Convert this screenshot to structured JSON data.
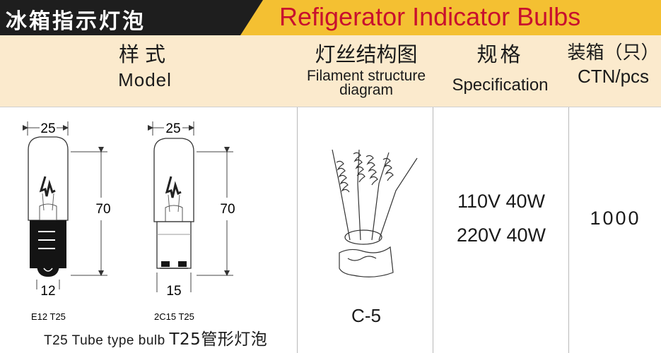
{
  "title": {
    "chinese": "冰箱指示灯泡",
    "english": "Refigerator Indicator Bulbs",
    "colors": {
      "band": "#f4c032",
      "dark": "#1e1e1e",
      "english_text": "#c8102e"
    }
  },
  "columns": {
    "model": {
      "cn": "样式",
      "en": "Model"
    },
    "filament": {
      "cn": "灯丝结构图",
      "en": "Filament structure diagram"
    },
    "spec": {
      "cn": "规格",
      "en": "Specification"
    },
    "ctn": {
      "cn": "装箱（只）",
      "en": "CTN/pcs"
    }
  },
  "bulbs": [
    {
      "width": "25",
      "height": "70",
      "base_size": "12",
      "code": "E12 T25"
    },
    {
      "width": "25",
      "height": "70",
      "base_size": "15",
      "code": "2C15 T25"
    }
  ],
  "model_caption": {
    "en": "T25 Tube type bulb",
    "cn": "T25管形灯泡"
  },
  "filament_label": "C-5",
  "specifications": [
    "110V 40W",
    "220V 40W"
  ],
  "ctn_quantity": "1000",
  "header_bg": "#fbeacd"
}
